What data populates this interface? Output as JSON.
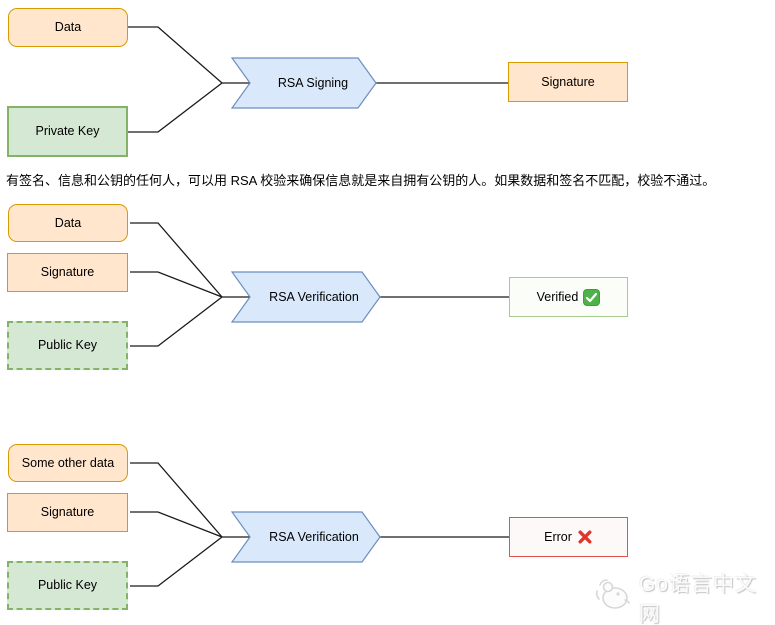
{
  "diagram": {
    "signing": {
      "inputs": [
        {
          "label": "Data"
        },
        {
          "label": "Private Key"
        }
      ],
      "process_label": "RSA Signing",
      "output_label": "Signature"
    },
    "note_text": "有签名、信息和公钥的任何人，可以用 RSA 校验来确保信息就是来自拥有公钥的人。如果数据和签名不匹配，校验不通过。",
    "verify_success": {
      "inputs": [
        {
          "label": "Data"
        },
        {
          "label": "Signature"
        },
        {
          "label": "Public Key"
        }
      ],
      "process_label": "RSA Verification",
      "output_label": "Verified"
    },
    "verify_failure": {
      "inputs": [
        {
          "label": "Some other data"
        },
        {
          "label": "Signature"
        },
        {
          "label": "Public Key"
        }
      ],
      "process_label": "RSA Verification",
      "output_label": "Error"
    }
  },
  "watermark": {
    "text": "Go语言中文网"
  },
  "icons": {
    "verified_badge": "check-icon",
    "error_badge": "cross-icon",
    "watermark_logo": "gopher-icon"
  },
  "colors": {
    "input_orange_fill": "#FFE6CC",
    "input_orange_border": "#D79B00",
    "key_green_fill": "#D5E8D4",
    "key_green_border": "#82B366",
    "process_blue_fill": "#DAE8FC",
    "process_blue_border": "#6C8EBF",
    "verified_box_border": "#A6CC8F",
    "error_box_border": "#E3534C",
    "check_green": "#4DB348",
    "cross_red": "#E0352B",
    "connector_black": "#1a1a1a"
  }
}
